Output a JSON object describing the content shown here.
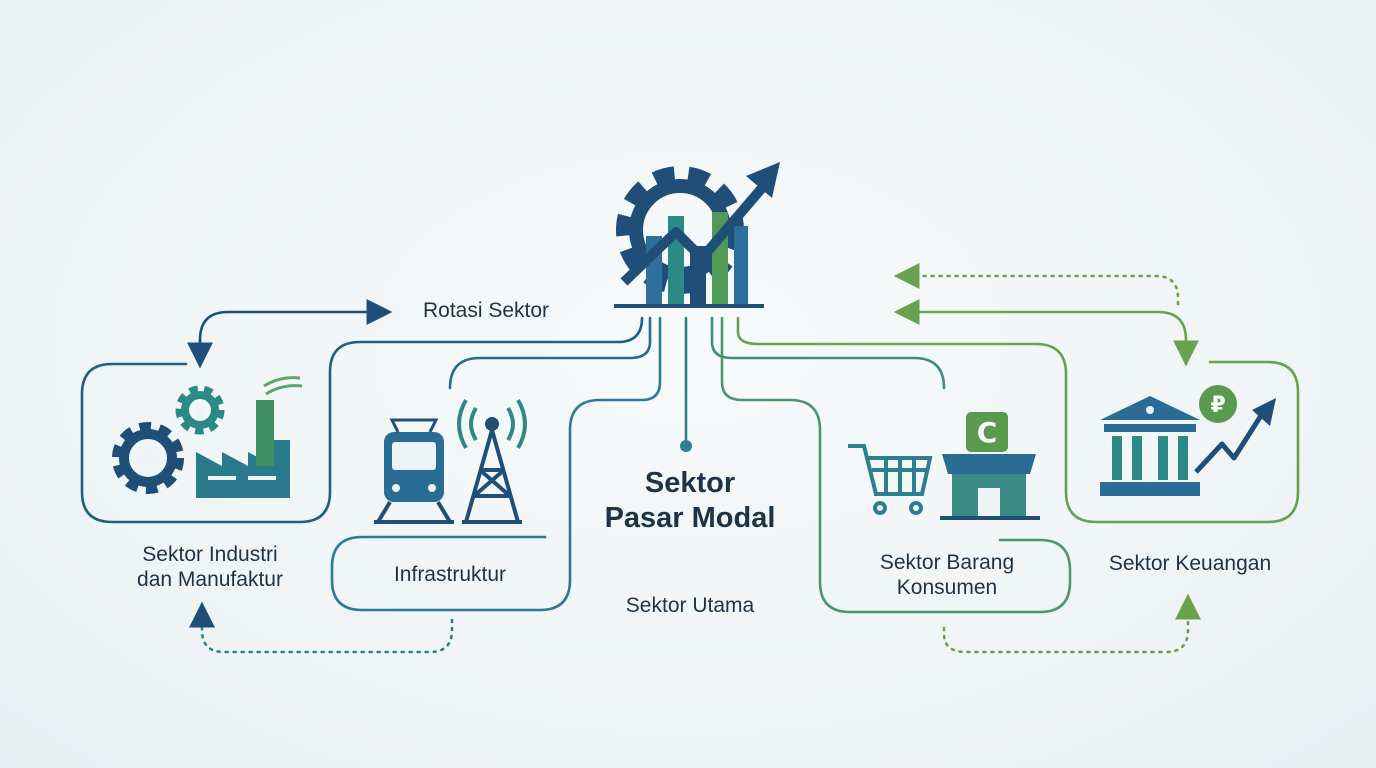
{
  "labels": {
    "rotasi": "Rotasi Sektor",
    "industri": [
      "Sektor Industri",
      "dan Manufaktur"
    ],
    "infrastruktur": "Infrastruktur",
    "center": [
      "Sektor",
      "Pasar Modal"
    ],
    "utama": "Sektor Utama",
    "barang": [
      "Sektor Barang",
      "Konsumen"
    ],
    "keuangan": "Sektor Keuangan"
  },
  "icons": {
    "shop_letter": "C",
    "coin_letter": "₽"
  },
  "colors": {
    "navy": "#1f4f79",
    "blue": "#2e6f9e",
    "teal": "#2c8a86",
    "green": "#4f9a55",
    "light_green": "#7fae58",
    "text": "#1f3347"
  }
}
